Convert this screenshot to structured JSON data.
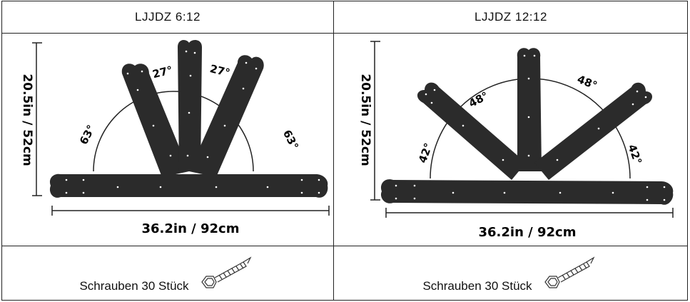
{
  "left": {
    "header": "LJJDZ 6:12",
    "height_label": "20.5in / 52cm",
    "width_label": "36.2in / 92cm",
    "angle_outer": "63°",
    "angle_inner": "27°",
    "footer": "Schrauben 30 Stück"
  },
  "right": {
    "header": "LJJDZ 12:12",
    "height_label": "20.5in / 52cm",
    "width_label": "36.2in / 92cm",
    "angle_outer": "42°",
    "angle_inner": "48°",
    "footer": "Schrauben 30 Stück"
  },
  "icons": {
    "screw": "lag-screw-icon"
  },
  "colors": {
    "plate": "#2b2b2b",
    "hole": "#ffffff",
    "line": "#222222"
  }
}
